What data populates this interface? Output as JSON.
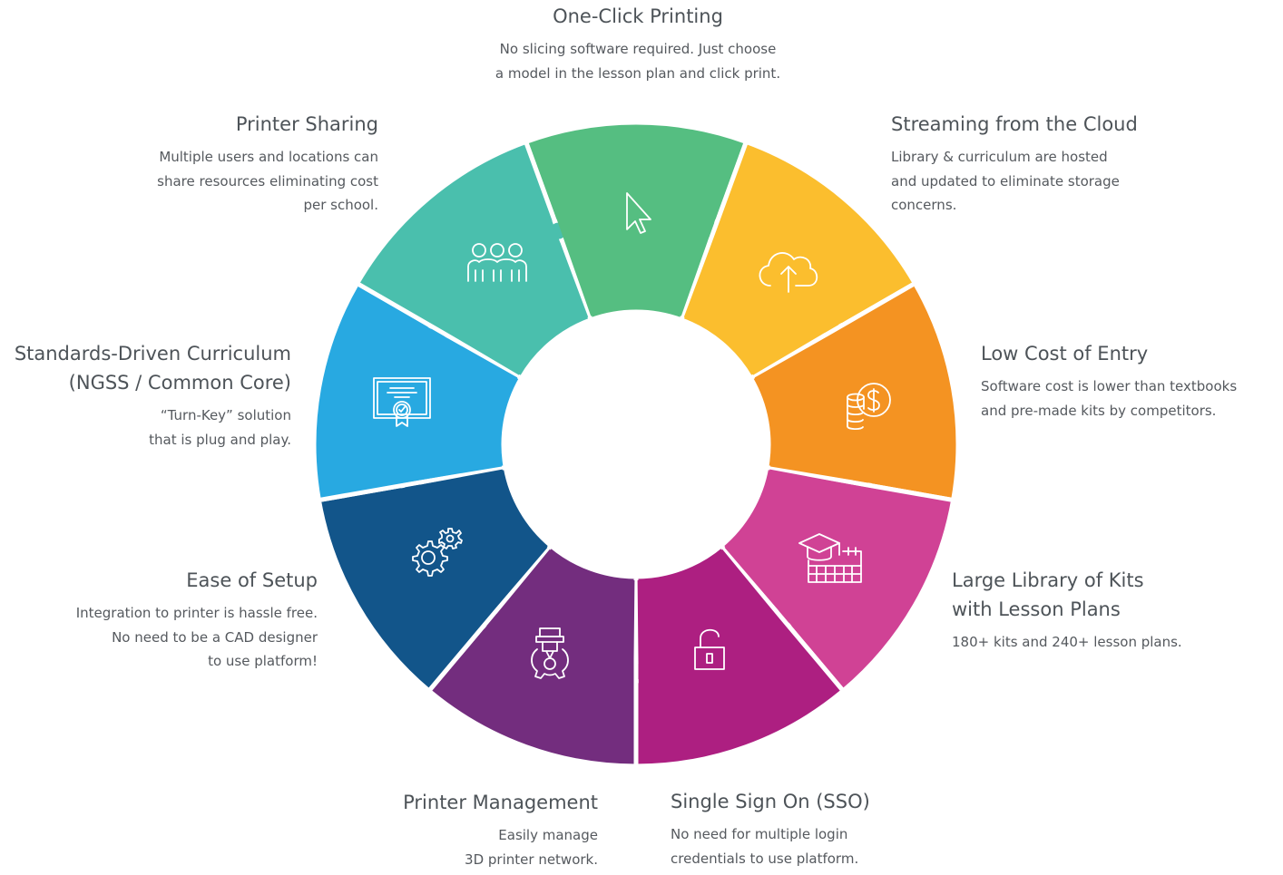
{
  "wheel": {
    "segments": [
      {
        "key": "one-click",
        "color": "#55BE81",
        "icon": "cursor-icon"
      },
      {
        "key": "cloud",
        "color": "#FBBE2E",
        "icon": "cloud-upload-icon"
      },
      {
        "key": "cost",
        "color": "#F49322",
        "icon": "coins-dollar-icon"
      },
      {
        "key": "library",
        "color": "#D04295",
        "icon": "graduation-calendar-icon"
      },
      {
        "key": "sso",
        "color": "#AD1F81",
        "icon": "unlocked-padlock-icon"
      },
      {
        "key": "management",
        "color": "#732D7E",
        "icon": "printer-nozzle-gear-icon"
      },
      {
        "key": "setup",
        "color": "#12558A",
        "icon": "gears-icon"
      },
      {
        "key": "standards",
        "color": "#28A9E1",
        "icon": "certificate-icon"
      },
      {
        "key": "sharing",
        "color": "#4ABFAD",
        "icon": "users-group-icon"
      }
    ]
  },
  "features": {
    "one_click": {
      "title": "One-Click Printing",
      "desc": [
        "No slicing software required. Just choose",
        "a model in the lesson plan and click print."
      ]
    },
    "cloud": {
      "title": "Streaming from the Cloud",
      "desc": [
        "Library & curriculum are hosted",
        "and updated to eliminate storage",
        "concerns."
      ]
    },
    "cost": {
      "title": "Low Cost of Entry",
      "desc": [
        "Software cost is lower than textbooks",
        "and pre-made kits by competitors."
      ]
    },
    "library": {
      "title": [
        "Large Library of Kits",
        "with Lesson Plans"
      ],
      "desc": [
        "180+ kits and 240+ lesson plans."
      ]
    },
    "sso": {
      "title": "Single Sign On (SSO)",
      "desc": [
        "No need for multiple login",
        "credentials to use platform."
      ]
    },
    "management": {
      "title": "Printer Management",
      "desc": [
        "Easily manage",
        "3D printer network."
      ]
    },
    "setup": {
      "title": "Ease of Setup",
      "desc": [
        "Integration to printer is hassle free.",
        "No need to be a CAD designer",
        "to use platform!"
      ]
    },
    "standards": {
      "title": [
        "Standards-Driven Curriculum",
        "(NGSS / Common Core)"
      ],
      "desc": [
        "“Turn-Key” solution",
        "that is plug and play."
      ]
    },
    "sharing": {
      "title": "Printer Sharing",
      "desc": [
        "Multiple users and locations can",
        "share resources eliminating cost",
        "per school."
      ]
    }
  }
}
